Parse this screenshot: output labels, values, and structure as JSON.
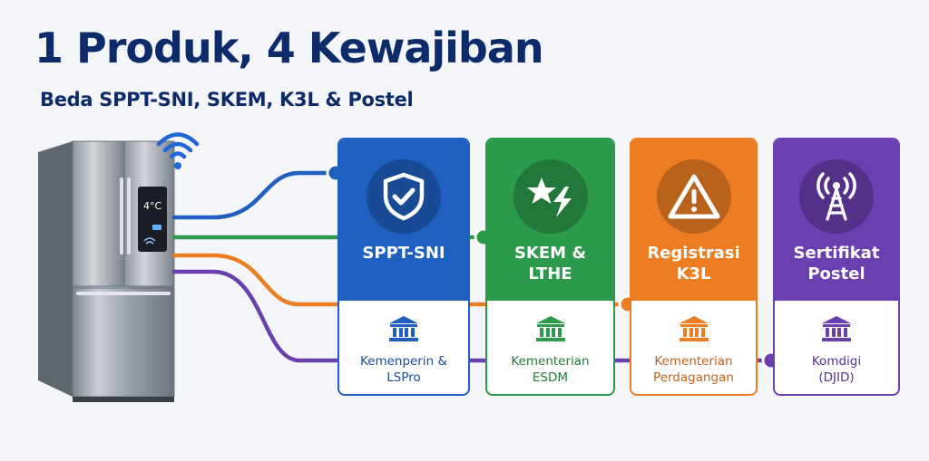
{
  "title": "1 Produk, 4 Kewajiban",
  "subtitle": "Beda SPPT-SNI, SKEM, K3L & Postel",
  "fridge": {
    "display_temp": "4°C"
  },
  "obligations": [
    {
      "title": "SPPT-SNI",
      "authority": "Kemenperin &\nLSPro",
      "color": "#1f5fc0",
      "icon": "shield-check-icon"
    },
    {
      "title": "SKEM &\nLTHE",
      "authority": "Kementerian\nESDM",
      "color": "#2b9a4a",
      "icon": "star-lightning-icon"
    },
    {
      "title": "Registrasi\nK3L",
      "authority": "Kementerian\nPerdagangan",
      "color": "#ec7d22",
      "icon": "warning-triangle-icon"
    },
    {
      "title": "Sertifikat\nPostel",
      "authority": "Komdigi\n(DJID)",
      "color": "#6a3fb0",
      "icon": "radio-tower-icon"
    }
  ],
  "colors": {
    "title": "#0d2a6b",
    "background": "#f4f6fa",
    "wifi": "#2166d6"
  }
}
